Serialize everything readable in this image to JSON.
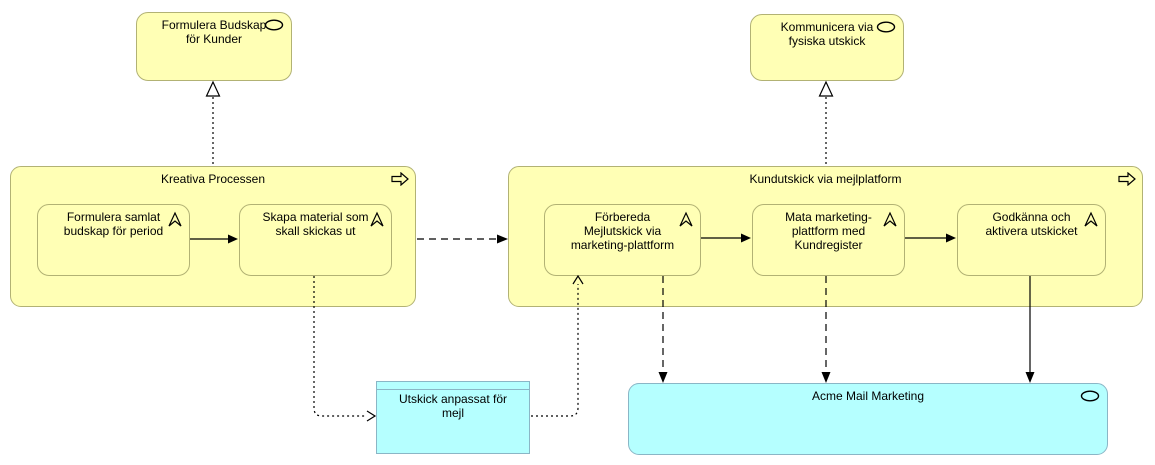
{
  "diagram": {
    "colors": {
      "business_fill": "#ffffb5",
      "business_border": "#b2b274",
      "app_fill": "#b5ffff",
      "app_border": "#8ab6c6",
      "wire": "#000000",
      "canvas_bg": "#ffffff"
    },
    "nodes": {
      "serviceFormulera": {
        "label": "Formulera Budskap\nför Kunder",
        "type": "business-service"
      },
      "serviceKommunicera": {
        "label": "Kommunicera via\nfysiska utskick",
        "type": "business-service"
      },
      "kreativaProcessen": {
        "label": "Kreativa Processen",
        "type": "business-process-group"
      },
      "formuleraSamlat": {
        "label": "Formulera samlat\nbudskap för period",
        "type": "business-process"
      },
      "skapaMaterial": {
        "label": "Skapa material som\nskall skickas ut",
        "type": "business-process"
      },
      "kundutskick": {
        "label": "Kundutskick via mejlplatform",
        "type": "business-process-group"
      },
      "forbereda": {
        "label": "Förbereda\nMejlutskick via\nmarketing-plattform",
        "type": "business-process"
      },
      "mata": {
        "label": "Mata marketing-\nplattform med\nKundregister",
        "type": "business-process"
      },
      "godkanna": {
        "label": "Godkänna och\naktivera utskicket",
        "type": "business-process"
      },
      "utskickAnpassat": {
        "label": "Utskick anpassat för mejl",
        "type": "data-object"
      },
      "acme": {
        "label": "Acme Mail Marketing",
        "type": "application-service"
      }
    },
    "connectors": [
      {
        "name": "realization-kreativa-to-formulera-budskap",
        "from": "kreativaProcessen",
        "to": "serviceFormulera",
        "style": "dotted",
        "arrow": "hollow-triangle"
      },
      {
        "name": "realization-kundutskick-to-kommunicera",
        "from": "kundutskick",
        "to": "serviceKommunicera",
        "style": "dotted",
        "arrow": "hollow-triangle"
      },
      {
        "name": "trigger-formulera-samlat-to-skapa",
        "from": "formuleraSamlat",
        "to": "skapaMaterial",
        "style": "solid",
        "arrow": "filled"
      },
      {
        "name": "flow-kreativa-to-kundutskick",
        "from": "kreativaProcessen",
        "to": "kundutskick",
        "style": "dashed",
        "arrow": "filled"
      },
      {
        "name": "trigger-forbereda-to-mata",
        "from": "forbereda",
        "to": "mata",
        "style": "solid",
        "arrow": "filled"
      },
      {
        "name": "trigger-mata-to-godkanna",
        "from": "mata",
        "to": "godkanna",
        "style": "solid",
        "arrow": "filled"
      },
      {
        "name": "access-skapa-to-utskick",
        "from": "skapaMaterial",
        "to": "utskickAnpassat",
        "style": "dotted",
        "arrow": "open"
      },
      {
        "name": "access-utskick-to-forbereda",
        "from": "utskickAnpassat",
        "to": "forbereda",
        "style": "dotted",
        "arrow": "open"
      },
      {
        "name": "flow-forbereda-to-acme",
        "from": "forbereda",
        "to": "acme",
        "style": "dashed",
        "arrow": "filled"
      },
      {
        "name": "flow-mata-to-acme",
        "from": "mata",
        "to": "acme",
        "style": "dashed",
        "arrow": "filled"
      },
      {
        "name": "trigger-godkanna-to-acme",
        "from": "godkanna",
        "to": "acme",
        "style": "solid",
        "arrow": "filled"
      }
    ]
  }
}
